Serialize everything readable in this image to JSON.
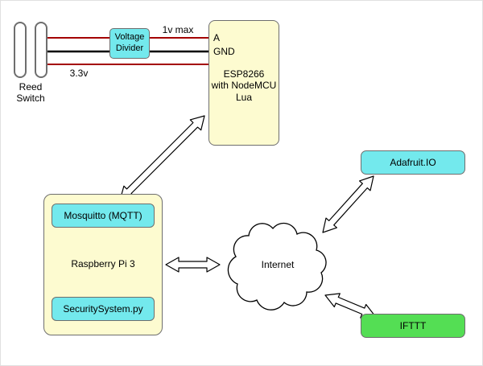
{
  "nodes": {
    "reed_switch": {
      "label": "Reed\nSwitch"
    },
    "voltage_divider": {
      "label": "Voltage\nDivider"
    },
    "esp8266": {
      "pin_a": "A",
      "pin_gnd": "GND",
      "label": "ESP8266\nwith NodeMCU\nLua"
    },
    "raspberry_pi": {
      "mqtt": "Mosquitto (MQTT)",
      "label": "Raspberry Pi 3",
      "script": "SecuritySystem.py"
    },
    "internet_cloud": {
      "label": "Internet"
    },
    "adafruit_io": {
      "label": "Adafruit.IO"
    },
    "ifttt": {
      "label": "IFTTT"
    }
  },
  "wire_labels": {
    "one_v_max": "1v max",
    "three_point_three_v": "3.3v"
  },
  "colors": {
    "node_cyan": "#73E9ED",
    "node_yellow": "#FDFBD0",
    "node_green": "#54DE54",
    "wire_red": "#A40000",
    "wire_black": "#000000",
    "border_gray": "#6E6E6E"
  }
}
